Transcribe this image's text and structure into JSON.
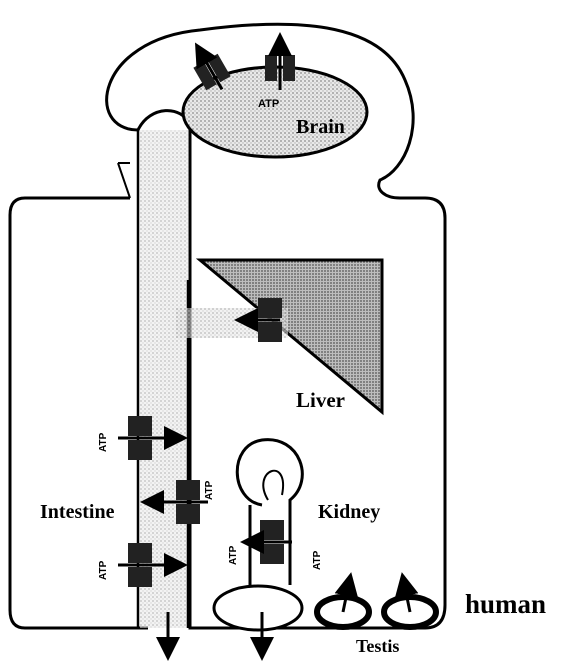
{
  "labels": {
    "brain": "Brain",
    "liver": "Liver",
    "intestine": "Intestine",
    "kidney": "Kidney",
    "testis": "Testis",
    "organism": "human"
  },
  "atp_labels": {
    "brain": "ATP",
    "intestine_upper": "ATP",
    "intestine_mid": "ATP",
    "intestine_lower": "ATP",
    "kidney_left": "ATP",
    "kidney_right": "ATP"
  },
  "colors": {
    "outline": "#000000",
    "stipple": "#cfcfcf",
    "background": "#ffffff"
  }
}
